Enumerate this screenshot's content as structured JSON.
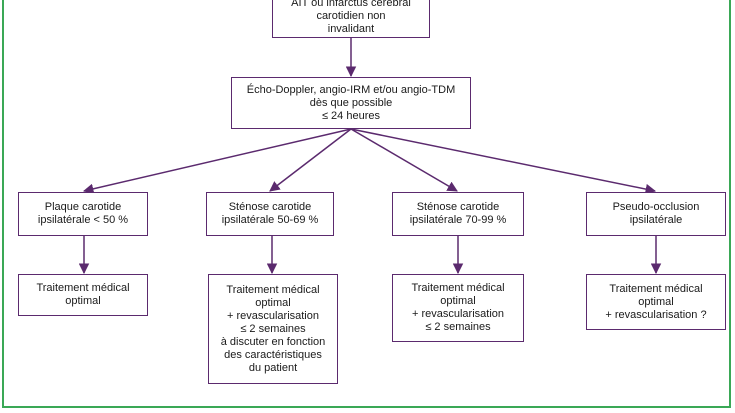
{
  "diagram": {
    "top_box": "AIT ou infarctus cérébral\ncarotidien non\ninvalidant",
    "imaging_box": "Écho-Doppler, angio-IRM et/ou angio-TDM\ndès que possible\n≤ 24 heures",
    "categories": [
      "Plaque carotide\nipsilatérale < 50 %",
      "Sténose carotide\nipsilatérale 50-69 %",
      "Sténose carotide\nipsilatérale 70-99 %",
      "Pseudo-occlusion\nipsilatérale"
    ],
    "treatments": [
      "Traitement médical\noptimal",
      "Traitement médical\noptimal\n+ revascularisation\n≤ 2 semaines\nà discuter en fonction\ndes caractéristiques\ndu patient",
      "Traitement médical\noptimal\n+ revascularisation\n≤ 2 semaines",
      "Traitement médical\noptimal\n+ revascularisation ?"
    ],
    "colors": {
      "frame": "#3aa856",
      "arrow": "#5b2a6e",
      "box_border": "#5b2a6e"
    }
  }
}
